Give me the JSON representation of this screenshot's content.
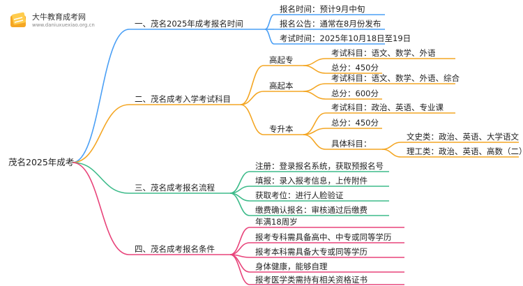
{
  "logo": {
    "name": "大牛教育成考网",
    "url": "www.daniuxuexiao.org.cn"
  },
  "root": "茂名2025年成考",
  "colors": {
    "branch1": "#4a9ff5",
    "branch2": "#f4a623",
    "branch3": "#3dbb8a",
    "branch4": "#e8437a"
  },
  "branches": [
    {
      "label": "一、茂名2025年成考报名时间",
      "items": [
        "报名时间：预计9月中旬",
        "报名公告：通常在8月份发布",
        "考试时间：2025年10月18日至19日"
      ]
    },
    {
      "label": "二、茂名成考入学考试科目",
      "groups": [
        {
          "label": "高起专",
          "items": [
            "考试科目：语文、数学、外语",
            "总分：450分"
          ]
        },
        {
          "label": "高起本",
          "items": [
            "考试科目：语文、数学、外语、综合",
            "总分：600分"
          ]
        },
        {
          "label": "专升本",
          "items": [
            "考试科目：政治、英语、专业课",
            "总分：450分"
          ],
          "sub": {
            "label": "具体科目：",
            "items": [
              "文史类：政治、英语、大学语文",
              "理工类：政治、英语、高数（二）"
            ]
          }
        }
      ]
    },
    {
      "label": "三、茂名成考报名流程",
      "items": [
        "注册：登录报名系统，获取预报名号",
        "填报：录入报考信息，上传附件",
        "获取考位：进行人脸验证",
        "缴费确认报名：审核通过后缴费"
      ]
    },
    {
      "label": "四、茂名成考报名条件",
      "items": [
        "年满18周岁",
        "报考专科需具备高中、中专或同等学历",
        "报考本科需具备大专或同等学历",
        "身体健康，能够自理",
        "报考医学类需持有相关资格证书"
      ]
    }
  ]
}
